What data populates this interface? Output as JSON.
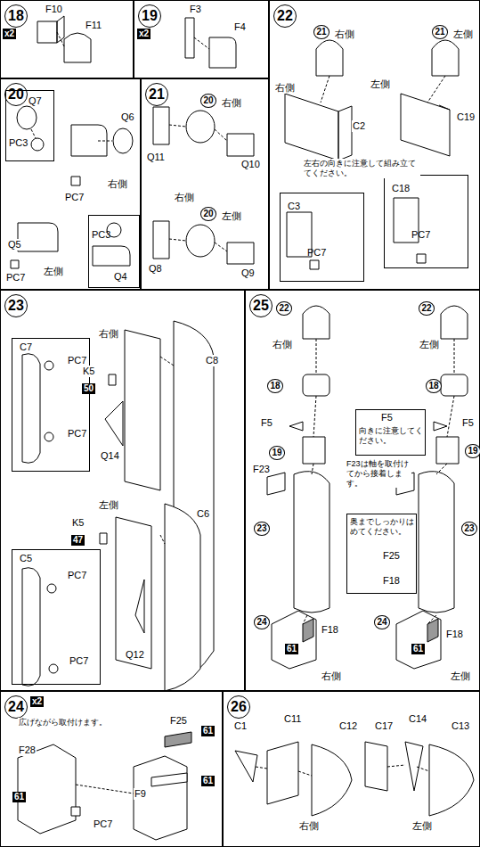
{
  "diagram": {
    "nodes": [
      {
        "text": [
          "18"
        ]
      },
      {
        "text": [
          "19"
        ]
      },
      {
        "text": [
          "22"
        ]
      },
      {
        "text": [
          "C3",
          "PC7"
        ],
        "in": 2
      },
      {
        "text": [
          "C18",
          "PC7"
        ],
        "in": 2
      },
      {
        "text": [
          "20"
        ]
      },
      {
        "text": [
          "Q7",
          "PC3"
        ],
        "in": 5
      },
      {
        "text": [
          "PC3",
          "Q4"
        ],
        "in": 5
      },
      {
        "text": [
          "21"
        ]
      },
      {
        "text": [
          "23"
        ]
      },
      {
        "text": [
          "C7",
          "PC7",
          "PC7"
        ],
        "in": 9
      },
      {
        "text": [
          "C5",
          "PC7",
          "PC7"
        ],
        "in": 9
      },
      {
        "text": [
          "25"
        ]
      },
      {
        "text": [
          "F5",
          "向きに注意してください。"
        ],
        "in": 12
      },
      {
        "text": [
          "奥までしっかりはめてください。",
          "F25",
          "F18"
        ],
        "in": 12
      },
      {
        "text": [
          "24"
        ]
      },
      {
        "text": [
          "26"
        ]
      }
    ],
    "labels": [
      "x2",
      "F10",
      "F11",
      "x2",
      "F3",
      "F4",
      "21",
      "右側",
      "21",
      "左側",
      "右側",
      "C2",
      "左側",
      "C19",
      "左右の向きに注意して組み立ててください。",
      "Q6",
      "PC7",
      "右側",
      "Q5",
      "PC7",
      "左側",
      "20",
      "右側",
      "Q11",
      "Q10",
      "右側",
      "20",
      "左側",
      "Q8",
      "Q9",
      "右側",
      "C8",
      "K5",
      "50",
      "Q14",
      "左側",
      "K5",
      "47",
      "C6",
      "Q12",
      "22",
      "右側",
      "22",
      "左側",
      "18",
      "18",
      "F5",
      "F5",
      "19",
      "19",
      "F23",
      "F23",
      "F23は軸を取付けてから接着します。",
      "23",
      "23",
      "24",
      "24",
      "61",
      "F18",
      "61",
      "F18",
      "右側",
      "左側",
      "x2",
      "広げながら取付けます。",
      "F28",
      "61",
      "PC7",
      "F25",
      "61",
      "F9",
      "61",
      "C1",
      "C11",
      "C12",
      "右側",
      "C17",
      "C14",
      "C13",
      "左側"
    ]
  }
}
